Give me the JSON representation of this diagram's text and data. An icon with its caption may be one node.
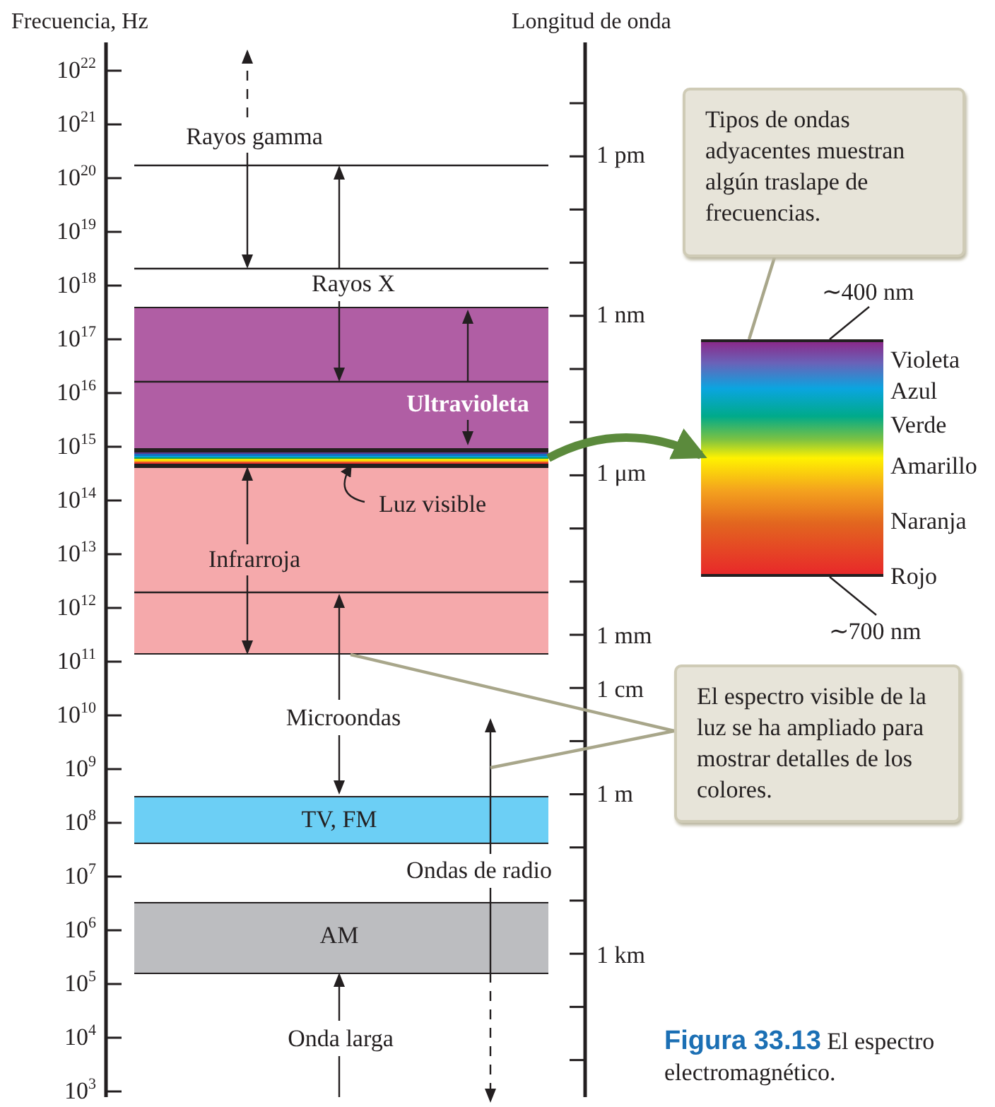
{
  "diagram": {
    "caption": "**Figura 33.13** El espectro electromagnético.",
    "nodes": [
      {
        "text": [
          "Ultravioleta"
        ]
      },
      {
        "text": [],
        "shape": "bar"
      },
      {
        "text": [
          "Luz visible"
        ],
        "in": 3
      },
      {
        "text": [
          "Infrarroja"
        ]
      },
      {
        "text": [
          "TV, FM"
        ]
      },
      {
        "text": [
          "AM"
        ]
      },
      {
        "text": [
          "Tipos de ondas adyacentes muestran algún traslape de frecuencias."
        ]
      },
      {
        "text": [
          "∼400 nm"
        ]
      },
      {
        "text": [],
        "shape": "bar",
        "beside": [
          "Violeta",
          "Azul",
          "Verde",
          "Amarillo",
          "Naranja",
          "Rojo"
        ]
      },
      {
        "text": [
          "∼700 nm"
        ]
      },
      {
        "text": [
          "El espectro visible de la luz se ha ampliado para mostrar detalles de los colores."
        ]
      }
    ],
    "edges": [
      {
        "from": 2,
        "to": 1,
        "arrow": "to"
      },
      {
        "from": 1,
        "to": 8,
        "arrow": "to",
        "style": "thick",
        "color": "#5b8a3c"
      },
      {
        "from": 6,
        "to": 8,
        "arrow": "none",
        "color": "#a8a68a"
      },
      {
        "from": 7,
        "to": 8,
        "arrow": "none"
      },
      {
        "from": 9,
        "to": 8,
        "arrow": "none"
      },
      {
        "from": 10,
        "to": 3,
        "arrow": "none",
        "color": "#a8a68a"
      },
      {
        "from": 10,
        "to": null,
        "arrow": "none",
        "color": "#a8a68a"
      }
    ],
    "labels": [
      "Frecuencia, Hz",
      "Longitud de onda",
      "10$^{22}$",
      "10$^{21}$",
      "10$^{20}$",
      "10$^{19}$",
      "10$^{18}$",
      "10$^{17}$",
      "10$^{16}$",
      "10$^{15}$",
      "10$^{14}$",
      "10$^{13}$",
      "10$^{12}$",
      "10$^{11}$",
      "10$^{10}$",
      "10$^{9}$",
      "10$^{8}$",
      "10$^{7}$",
      "10$^{6}$",
      "10$^{5}$",
      "10$^{4}$",
      "10$^{3}$",
      "Rayos gamma",
      "1 pm",
      "Rayos X",
      "1 nm",
      "1 μm",
      "Microondas",
      "1 mm",
      "1 cm",
      "1 m",
      "Ondas de radio",
      "1 km",
      "Onda larga"
    ]
  }
}
